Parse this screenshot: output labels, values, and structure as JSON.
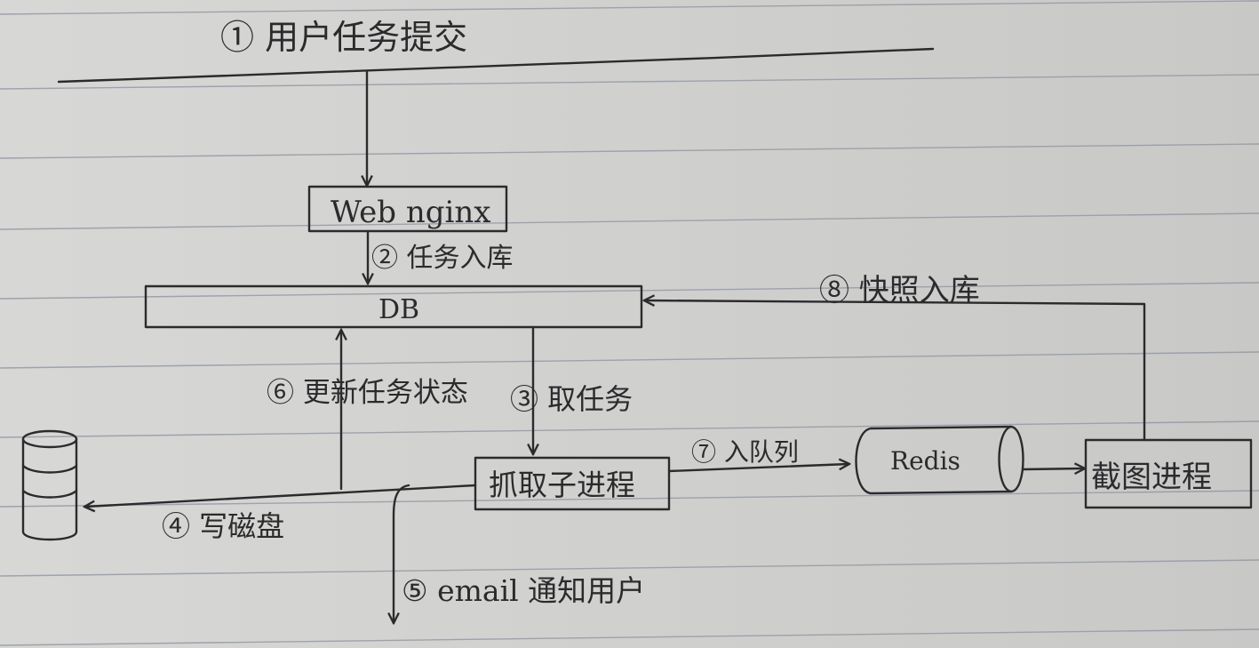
{
  "diagram": {
    "step1_label": "① 用户任务提交",
    "web_box_label": "Web nginx",
    "step2_label": "② 任务入库",
    "db_label": "DB",
    "step3_label": "③ 取任务",
    "step4_label": "④ 写磁盘",
    "step5_label": "⑤ email 通知用户",
    "step6_label": "⑥ 更新任务状态",
    "step7_label": "⑦ 入队列",
    "step8_label": "⑧ 快照入库",
    "crawler_label": "抓取子进程",
    "redis_label": "Redis",
    "screenshot_label": "截图进程"
  },
  "colors": {
    "ink": "#2b2b2d",
    "paper": "#d3d3d1",
    "rule": "#8f97a3"
  }
}
